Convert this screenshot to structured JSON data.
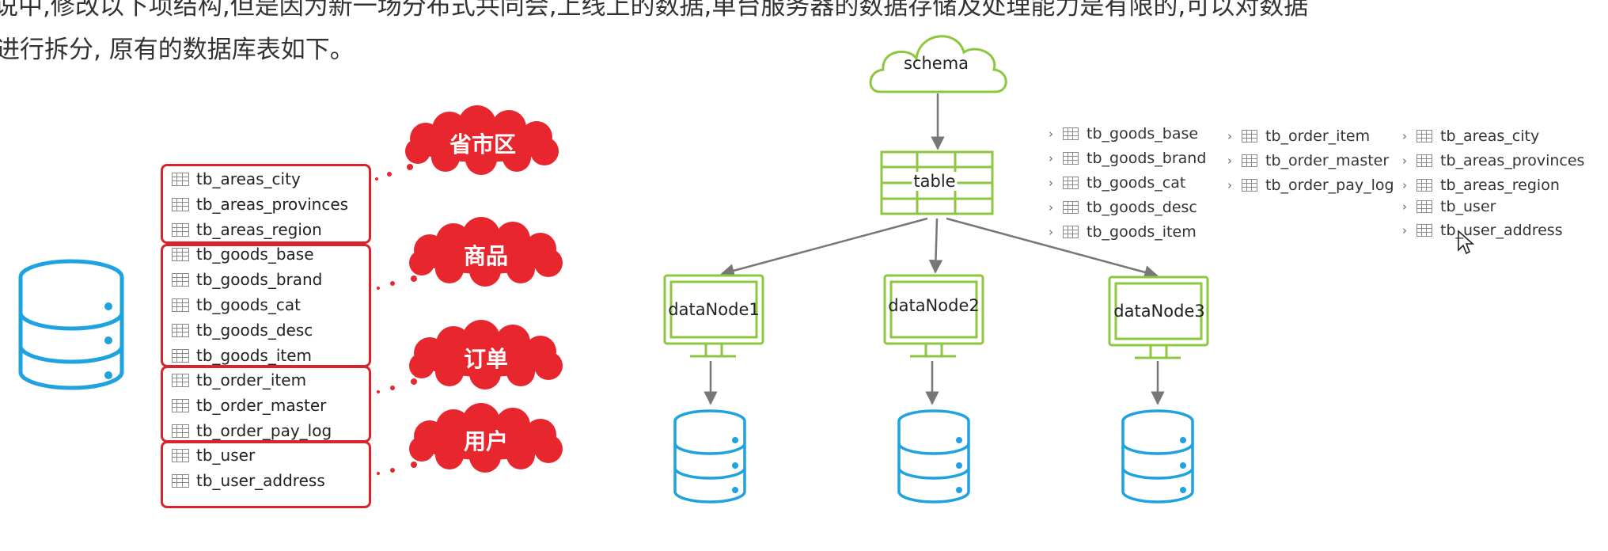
{
  "intro": {
    "line1": "说中,修改以下项结构,但是因为新一场分布式共同会,上线上的数据,单台服务器的数据存储及处理能力是有限的,可以对数据",
    "line2": "进行拆分, 原有的数据库表如下。"
  },
  "left_groups": [
    {
      "label": "省市区",
      "tables": [
        "tb_areas_city",
        "tb_areas_provinces",
        "tb_areas_region"
      ]
    },
    {
      "label": "商品",
      "tables": [
        "tb_goods_base",
        "tb_goods_brand",
        "tb_goods_cat",
        "tb_goods_desc",
        "tb_goods_item"
      ]
    },
    {
      "label": "订单",
      "tables": [
        "tb_order_item",
        "tb_order_master",
        "tb_order_pay_log"
      ]
    },
    {
      "label": "用户",
      "tables": [
        "tb_user",
        "tb_user_address"
      ]
    }
  ],
  "center": {
    "schema": "schema",
    "table": "table",
    "nodes": [
      "dataNode1",
      "dataNode2",
      "dataNode3"
    ]
  },
  "tree_columns": [
    [
      "tb_goods_base",
      "tb_goods_brand",
      "tb_goods_cat",
      "tb_goods_desc",
      "tb_goods_item"
    ],
    [
      "tb_order_item",
      "tb_order_master",
      "tb_order_pay_log"
    ],
    [
      "tb_areas_city",
      "tb_areas_provinces",
      "tb_areas_region",
      "tb_user",
      "tb_user_address"
    ]
  ],
  "colors": {
    "group_border": "#d9242c",
    "cloud_red": "#e8262e",
    "database_blue": "#1fa2e0",
    "node_green": "#8dc63f",
    "arrow_gray": "#777777"
  },
  "icons": {
    "database": "database-icon",
    "table": "table-icon",
    "tree_expand": "chevron-right-icon",
    "mouse": "mouse-pointer-icon"
  }
}
